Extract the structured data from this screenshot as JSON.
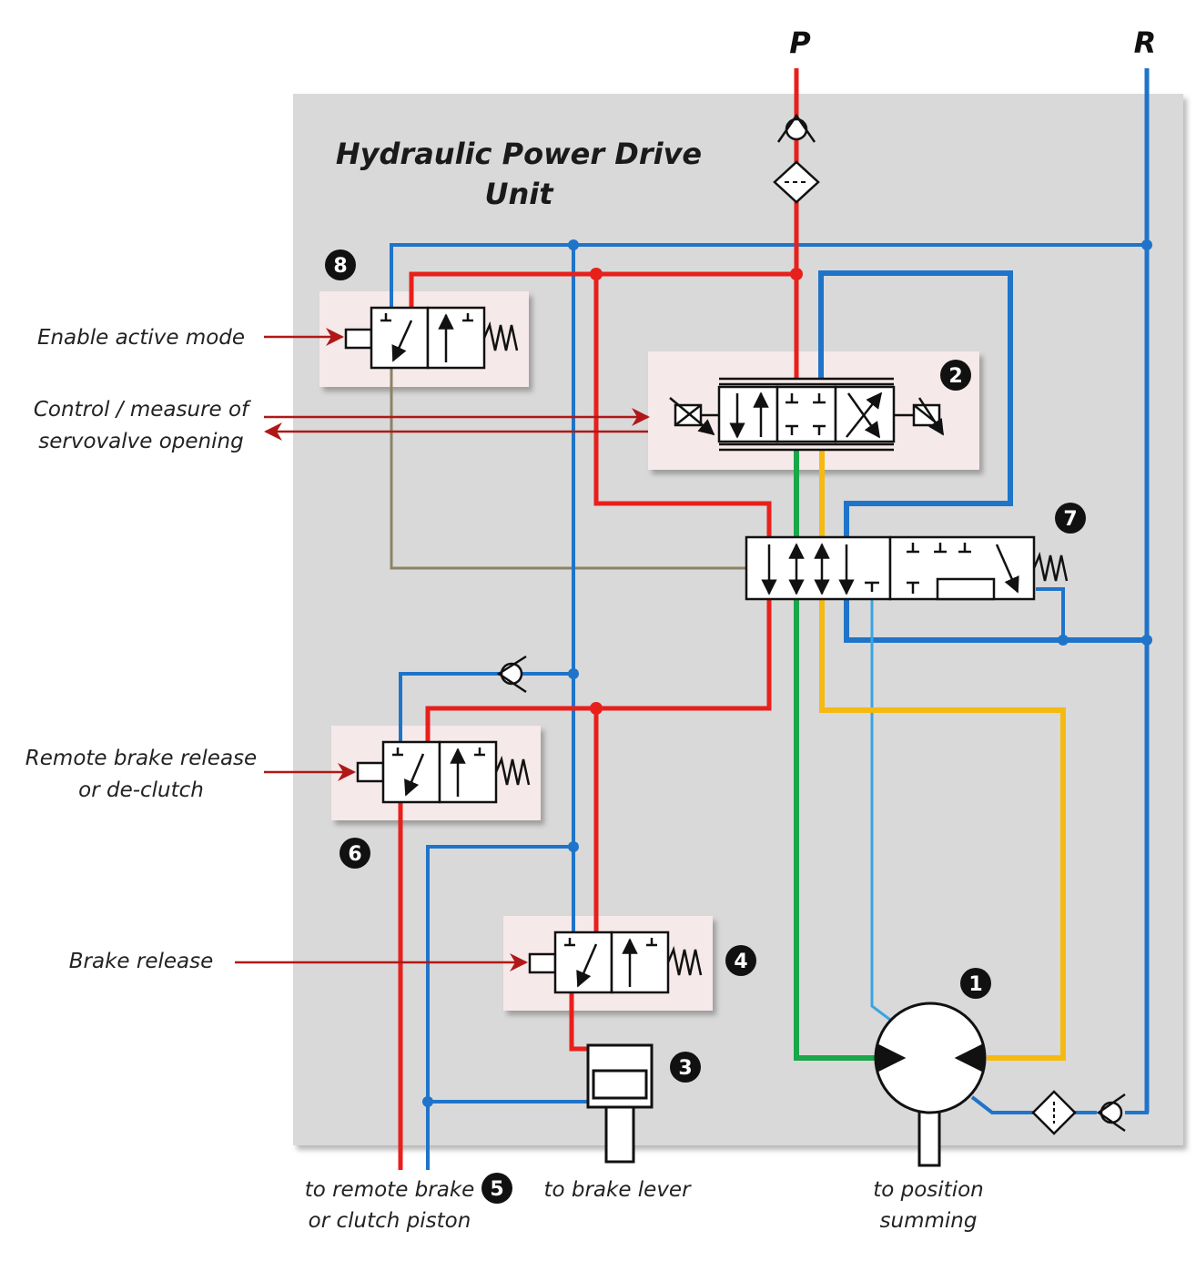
{
  "title": {
    "line1": "Hydraulic Power Drive",
    "line2": "Unit"
  },
  "ports": {
    "pressure": "P",
    "return": "R"
  },
  "inputs": {
    "enable_active_mode": "Enable active mode",
    "control_line1": "Control / measure of",
    "control_line2": "servovalve opening",
    "remote_brake_line1": "Remote brake release",
    "remote_brake_line2": "or de-clutch",
    "brake_release": "Brake release"
  },
  "outputs": {
    "remote_brake_line1": "to remote brake",
    "remote_brake_line2": "or clutch piston",
    "brake_lever": "to brake lever",
    "position_line1": "to position",
    "position_line2": "summing"
  },
  "components": {
    "c1": "1",
    "c2": "2",
    "c3": "3",
    "c4": "4",
    "c5": "5",
    "c6": "6",
    "c7": "7",
    "c8": "8"
  },
  "colors": {
    "pressure": "#e8201c",
    "return": "#1f74c9",
    "light_return": "#3aa5e0",
    "green": "#1aa64a",
    "yellow": "#f5b90f",
    "pilot": "#8a8466",
    "panel": "#d9d9d9",
    "valve_box": "#f6e9e9",
    "signal": "#b01818"
  }
}
